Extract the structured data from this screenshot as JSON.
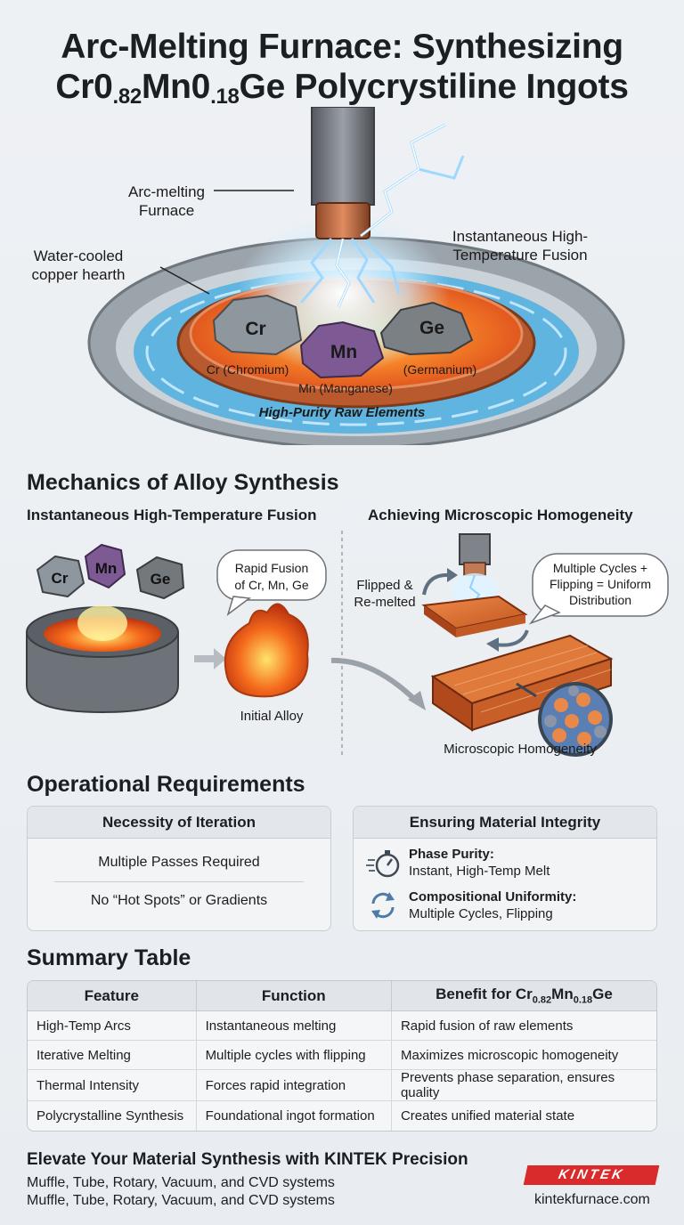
{
  "title": {
    "line1": "Arc-Melting Furnace: Synthesizing",
    "line2_a": "Cr0",
    "line2_b": ".82",
    "line2_c": "Mn0",
    "line2_d": ".18",
    "line2_e": "Ge Polycrystiline Ingots"
  },
  "hero": {
    "furnace_label_1": "Arc-melting",
    "furnace_label_2": "Furnace",
    "hearth_label_1": "Water-cooled",
    "hearth_label_2": "copper hearth",
    "fusion_label_1": "Instantaneous High-",
    "fusion_label_2": "Temperature Fusion",
    "cr_symbol": "Cr",
    "mn_symbol": "Mn",
    "ge_symbol": "Ge",
    "cr_name": "Cr (Chromium)",
    "mn_name": "Mn (Manganese)",
    "ge_name": "(Germanium)",
    "raw_label": "High-Purity Raw Elements"
  },
  "mechanics": {
    "heading": "Mechanics of Alloy Synthesis",
    "left_title": "Instantaneous High-Temperature Fusion",
    "right_title": "Achieving Microscopic Homogeneity",
    "bubble_1a": "Rapid Fusion",
    "bubble_1b": "of Cr, Mn, Ge",
    "initial_alloy": "Initial Alloy",
    "flipped_1": "Flipped &",
    "flipped_2": "Re-melted",
    "bubble_2a": "Multiple Cycles +",
    "bubble_2b": "Flipping = Uniform",
    "bubble_2c": "Distribution",
    "homogeneity": "Microscopic Homogeneity",
    "cr": "Cr",
    "mn": "Mn",
    "ge": "Ge"
  },
  "operational": {
    "heading": "Operational Requirements",
    "iteration_title": "Necessity of Iteration",
    "iteration_line1": "Multiple Passes Required",
    "iteration_line2": "No “Hot Spots” or Gradients",
    "integrity_title": "Ensuring Material Integrity",
    "phase_title": "Phase Purity:",
    "phase_desc": "Instant, High-Temp Melt",
    "comp_title": "Compositional Uniformity:",
    "comp_desc": "Multiple Cycles, Flipping"
  },
  "summary": {
    "heading": "Summary Table",
    "col_feature": "Feature",
    "col_function": "Function",
    "col_benefit_a": "Benefit for Cr",
    "col_benefit_b": "0.82",
    "col_benefit_c": "Mn",
    "col_benefit_d": "0.18",
    "col_benefit_e": "Ge",
    "rows": [
      {
        "feature": "High-Temp Arcs",
        "function": "Instantaneous melting",
        "benefit": "Rapid fusion of raw elements"
      },
      {
        "feature": "Iterative Melting",
        "function": "Multiple cycles with flipping",
        "benefit": "Maximizes microscopic homogeneity"
      },
      {
        "feature": "Thermal Intensity",
        "function": "Forces rapid integration",
        "benefit": "Prevents phase separation, ensures quality"
      },
      {
        "feature": "Polycrystalline Synthesis",
        "function": "Foundational ingot formation",
        "benefit": "Creates unified material state"
      }
    ]
  },
  "footer": {
    "headline": "Elevate Your Material Synthesis with KINTEK Precision",
    "line1": "Muffle, Tube, Rotary, Vacuum, and CVD systems",
    "line2": "Muffle, Tube, Rotary, Vacuum, and CVD systems",
    "brand": "KINTEK",
    "url": "kintekfurnace.com"
  },
  "colors": {
    "copper": "#c8683a",
    "molten": "#f06a1e",
    "water": "#5fb4e0",
    "brand_red": "#d92b2b",
    "arc_glow": "#dff3ff"
  }
}
